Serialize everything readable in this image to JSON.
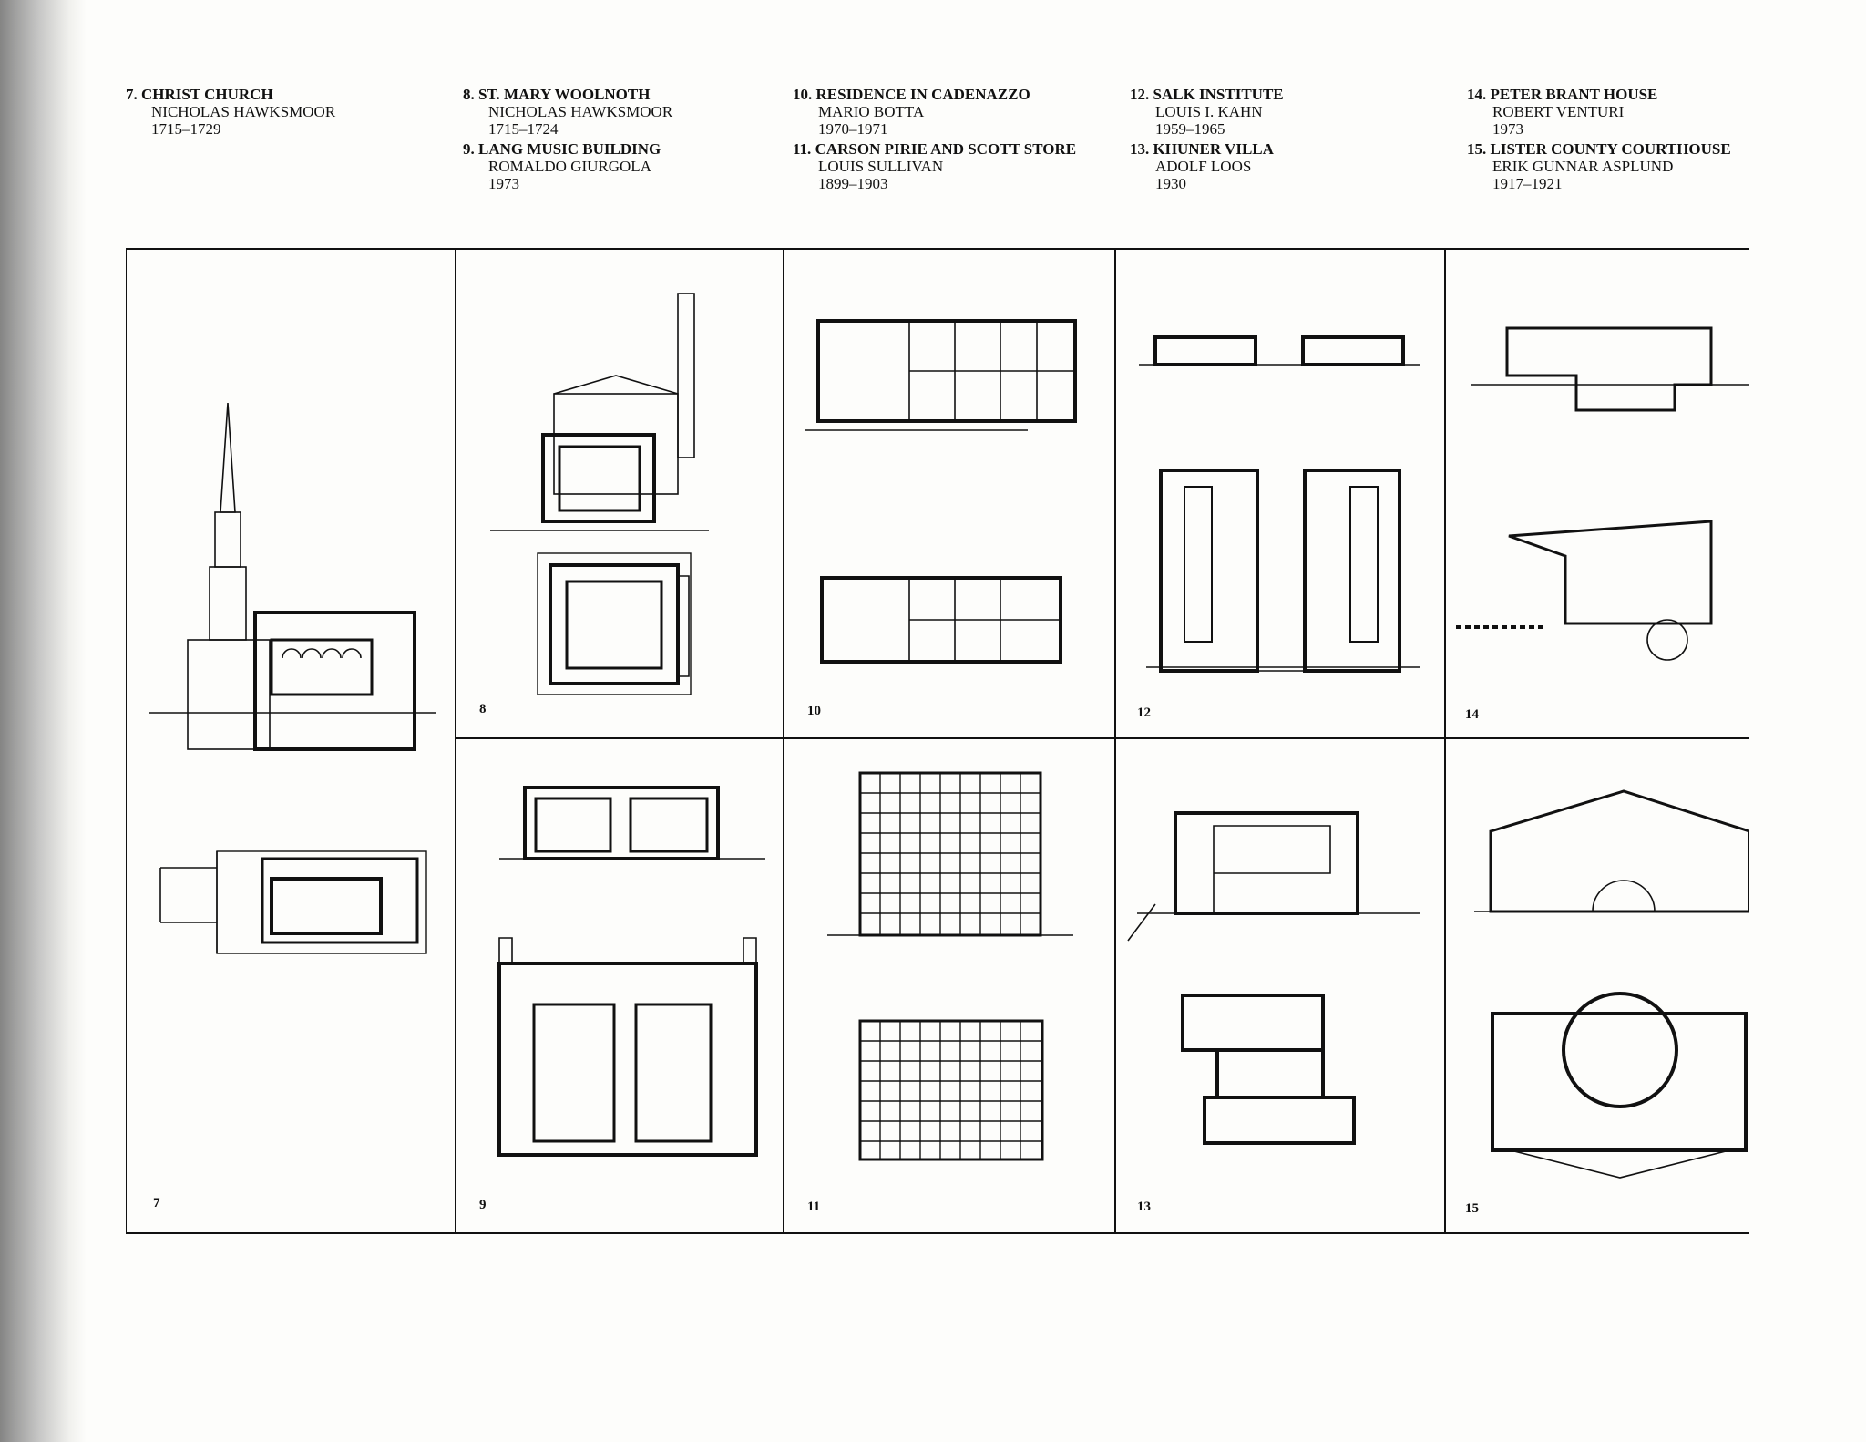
{
  "captions": [
    {
      "num": "7.",
      "title": "CHRIST CHURCH",
      "architect": "NICHOLAS HAWKSMOOR",
      "years": "1715–1729"
    },
    {
      "num": "8.",
      "title": "ST. MARY WOOLNOTH",
      "architect": "NICHOLAS HAWKSMOOR",
      "years": "1715–1724"
    },
    {
      "num": "9.",
      "title": "LANG MUSIC BUILDING",
      "architect": "ROMALDO GIURGOLA",
      "years": "1973"
    },
    {
      "num": "10.",
      "title": "RESIDENCE IN CADENAZZO",
      "architect": "MARIO BOTTA",
      "years": "1970–1971"
    },
    {
      "num": "11.",
      "title": "CARSON PIRIE AND SCOTT STORE",
      "architect": "LOUIS SULLIVAN",
      "years": "1899–1903"
    },
    {
      "num": "12.",
      "title": "SALK INSTITUTE",
      "architect": "LOUIS I. KAHN",
      "years": "1959–1965"
    },
    {
      "num": "13.",
      "title": "KHUNER VILLA",
      "architect": "ADOLF LOOS",
      "years": "1930"
    },
    {
      "num": "14.",
      "title": "PETER BRANT HOUSE",
      "architect": "ROBERT VENTURI",
      "years": "1973"
    },
    {
      "num": "15.",
      "title": "LISTER COUNTY COURTHOUSE",
      "architect": "ERIK GUNNAR ASPLUND",
      "years": "1917–1921"
    }
  ],
  "panel_numbers": {
    "p7": "7",
    "p8": "8",
    "p9": "9",
    "p10": "10",
    "p11": "11",
    "p12": "12",
    "p13": "13",
    "p14": "14",
    "p15": "15"
  }
}
